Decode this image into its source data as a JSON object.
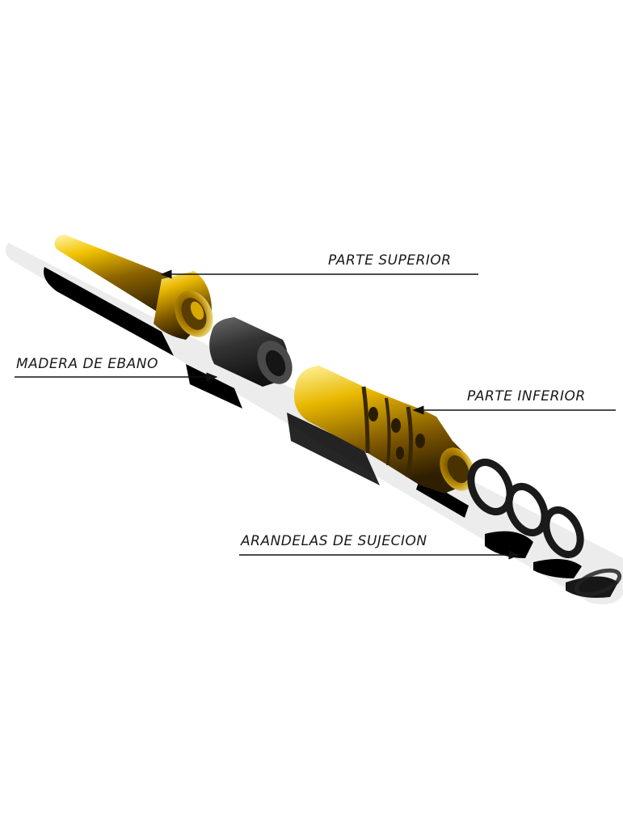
{
  "callouts": {
    "parte_superior": "PARTE SUPERIOR",
    "madera_de_ebano": "MADERA DE EBANO",
    "parte_inferior": "PARTE INFERIOR",
    "arandelas_de_sujecion": "ARANDELAS DE SUJECION"
  },
  "colors": {
    "gold_light": "#fff4a8",
    "gold_mid": "#e2b400",
    "gold_dark": "#6b4a00",
    "ebony": "#2f2f2f",
    "shadow": "#000000",
    "reflection": "#e8e8e8"
  },
  "icons": {
    "upper_part": "gold-upper-cylinder-icon",
    "ebony_spacer": "ebony-wood-spacer-icon",
    "lower_part": "gold-lower-body-icon",
    "washers": "black-washer-icon"
  }
}
